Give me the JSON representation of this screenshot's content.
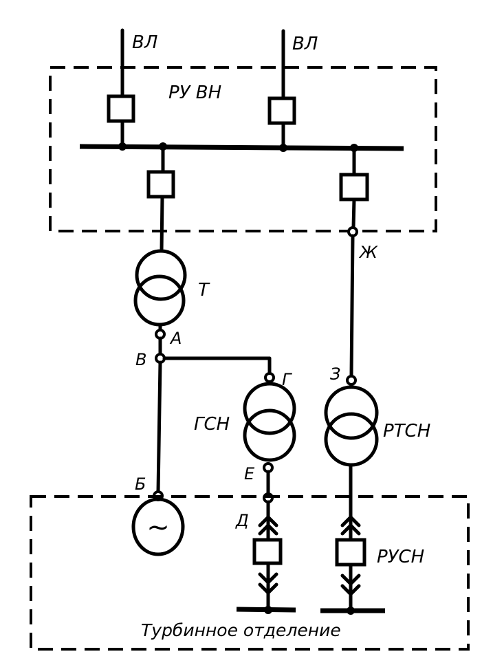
{
  "diagram": {
    "title": "Схема электрических соединений собственных нужд станции",
    "colors": {
      "ink": "#000000",
      "background": "#ffffff"
    },
    "zones": {
      "hv_switchgear": "РУ ВН",
      "turbine_hall": "Турбинное отделение"
    },
    "lines": {
      "overhead_line_1": "ВЛ",
      "overhead_line_2": "ВЛ"
    },
    "equipment": {
      "main_transformer": "Т",
      "aux_transformer": "ГСН",
      "reserve_transformer": "РТСН",
      "aux_switchgear": "РУСН",
      "generator_symbol": "~"
    },
    "points": {
      "A": "А",
      "B": "Б",
      "V": "В",
      "G": "Г",
      "D": "Д",
      "E": "Е",
      "Zh": "Ж",
      "Z": "З"
    }
  }
}
